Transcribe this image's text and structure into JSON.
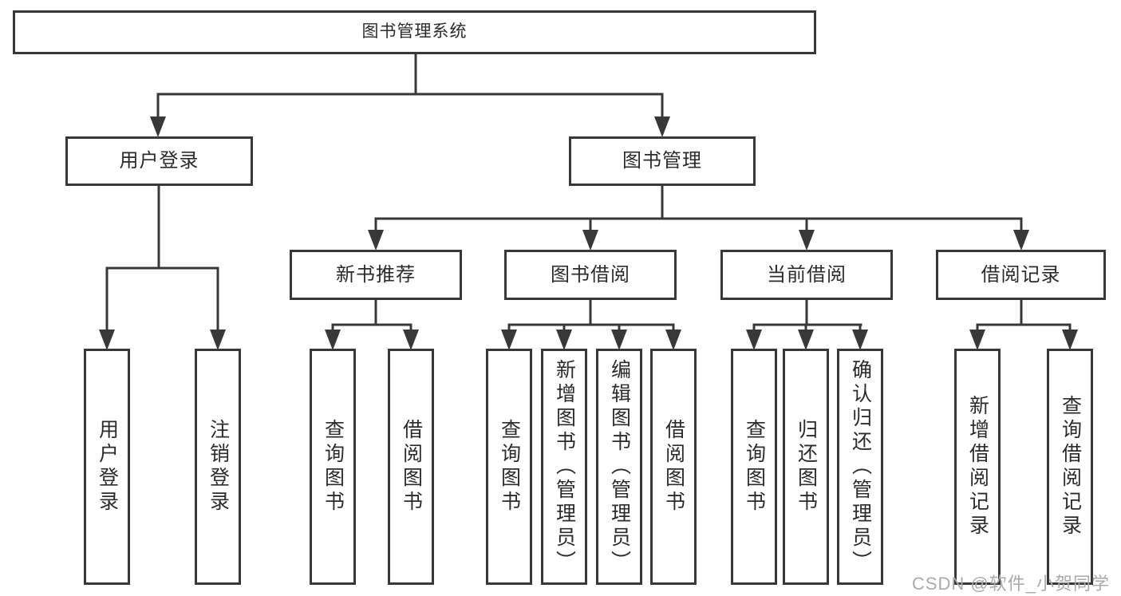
{
  "diagram": {
    "root": {
      "label": "图书管理系统"
    },
    "level2": {
      "user_login": {
        "label": "用户登录"
      },
      "book_mgmt": {
        "label": "图书管理"
      }
    },
    "level3": {
      "new_book_rec": {
        "label": "新书推荐"
      },
      "book_borrow": {
        "label": "图书借阅"
      },
      "current_borrow": {
        "label": "当前借阅"
      },
      "borrow_record": {
        "label": "借阅记录"
      }
    },
    "leaves": {
      "user_login_leaf": {
        "label": "用户登录"
      },
      "logout": {
        "label": "注销登录"
      },
      "rec_query_book": {
        "label": "查询图书"
      },
      "rec_borrow_book": {
        "label": "借阅图书"
      },
      "bb_query_book": {
        "label": "查询图书"
      },
      "bb_add_book": {
        "label": "新增图书（管理员）"
      },
      "bb_edit_book": {
        "label": "编辑图书（管理员）"
      },
      "bb_borrow_book": {
        "label": "借阅图书"
      },
      "cb_query_book": {
        "label": "查询图书"
      },
      "cb_return_book": {
        "label": "归还图书"
      },
      "cb_confirm_return": {
        "label": "确认归还（管理员）"
      },
      "br_add_record": {
        "label": "新增借阅记录"
      },
      "br_query_record": {
        "label": "查询借阅记录"
      }
    },
    "watermark": "CSDN @软件_小贺同学",
    "colors": {
      "line": "#383838",
      "text": "#2b2b2b",
      "box_background": "#ffffff",
      "watermark": "#aaaaaa"
    }
  }
}
